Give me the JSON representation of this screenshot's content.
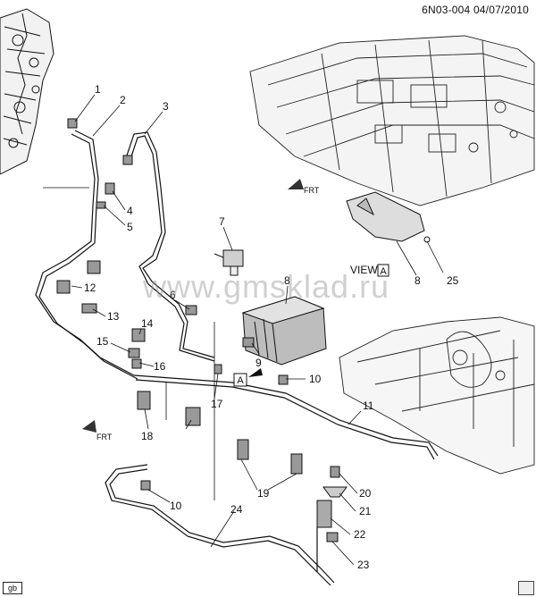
{
  "header": {
    "code": "6N03-004",
    "date": "04/07/2010"
  },
  "watermark": "www.gmsklad.ru",
  "view_label": "VIEW",
  "view_letter": "A",
  "front_label": "FRT",
  "footer_tag": "gb",
  "callouts": [
    "1",
    "2",
    "3",
    "4",
    "5",
    "6",
    "7",
    "8",
    "8",
    "9",
    "10",
    "10",
    "11",
    "12",
    "13",
    "14",
    "15",
    "16",
    "17",
    "18",
    "19",
    "20",
    "21",
    "22",
    "23",
    "24",
    "25"
  ]
}
